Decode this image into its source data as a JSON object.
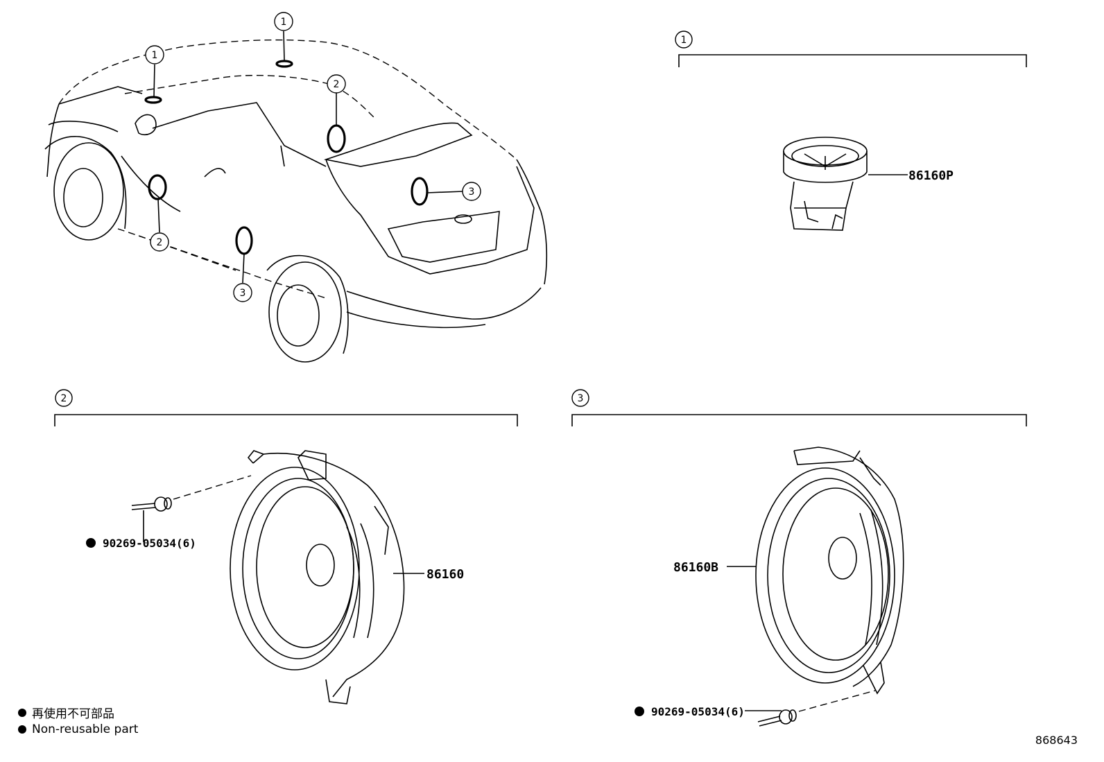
{
  "callouts": {
    "one": "1",
    "two": "2",
    "three": "3"
  },
  "parts": {
    "tweeter": "86160P",
    "front_speaker": "86160",
    "rear_speaker": "86160B",
    "rivet_front": "90269-05034(6)",
    "rivet_rear": "90269-05034(6)"
  },
  "legend": {
    "japanese": "再使用不可部品",
    "english": "Non-reusable part"
  },
  "diagram_id": "868643"
}
